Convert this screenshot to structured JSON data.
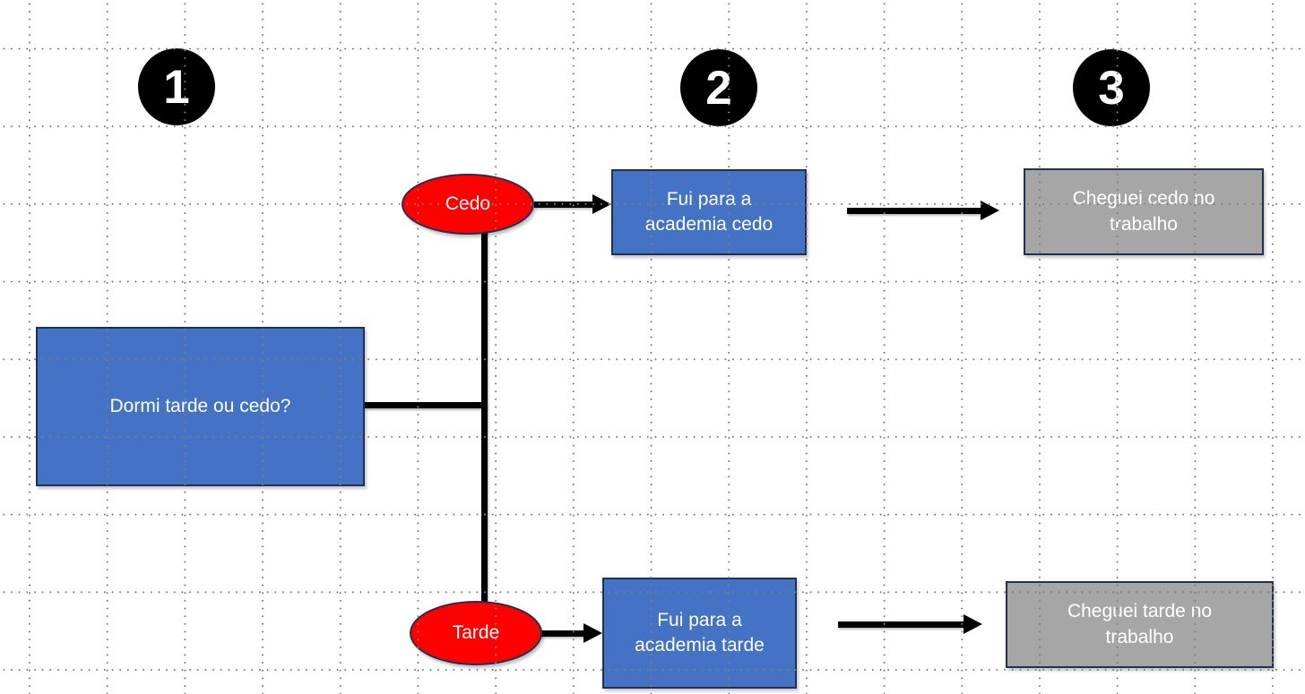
{
  "steps": [
    {
      "number": "1"
    },
    {
      "number": "2"
    },
    {
      "number": "3"
    }
  ],
  "decision": {
    "label": "Dormi tarde ou cedo?"
  },
  "branch_cedo": {
    "condition": "Cedo",
    "action_lines": [
      "Fui para a",
      "academia cedo"
    ],
    "outcome_lines": [
      "Cheguei cedo no",
      "trabalho"
    ]
  },
  "branch_tarde": {
    "condition": "Tarde",
    "action_lines": [
      "Fui para a",
      "academia tarde"
    ],
    "outcome_lines": [
      "Cheguei tarde no",
      "trabalho"
    ]
  },
  "colors": {
    "action_fill": "#4472C4",
    "condition_fill": "#FF0000",
    "outcome_fill": "#A6A6A6",
    "shape_border": "#1F3050",
    "connector": "#000000",
    "step_circle": "#000000",
    "grid_dot": "#8C8C8C"
  }
}
